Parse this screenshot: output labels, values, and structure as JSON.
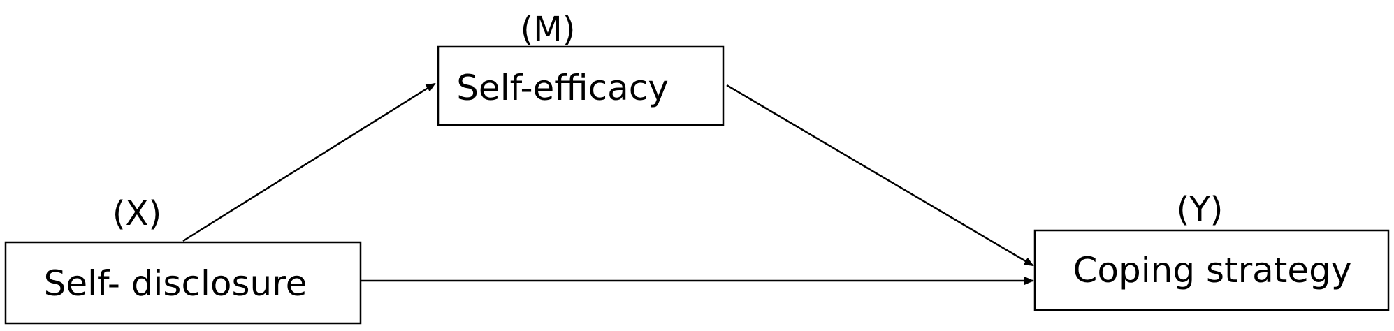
{
  "nodes": {
    "x": {
      "role": "(X)",
      "label": "Self- disclosure"
    },
    "m": {
      "role": "(M)",
      "label": "Self-efficacy"
    },
    "y": {
      "role": "(Y)",
      "label": "Coping strategy"
    }
  },
  "edges": [
    {
      "from": "x",
      "to": "m"
    },
    {
      "from": "m",
      "to": "y"
    },
    {
      "from": "x",
      "to": "y"
    }
  ],
  "colors": {
    "stroke": "#000000",
    "background": "#ffffff"
  }
}
